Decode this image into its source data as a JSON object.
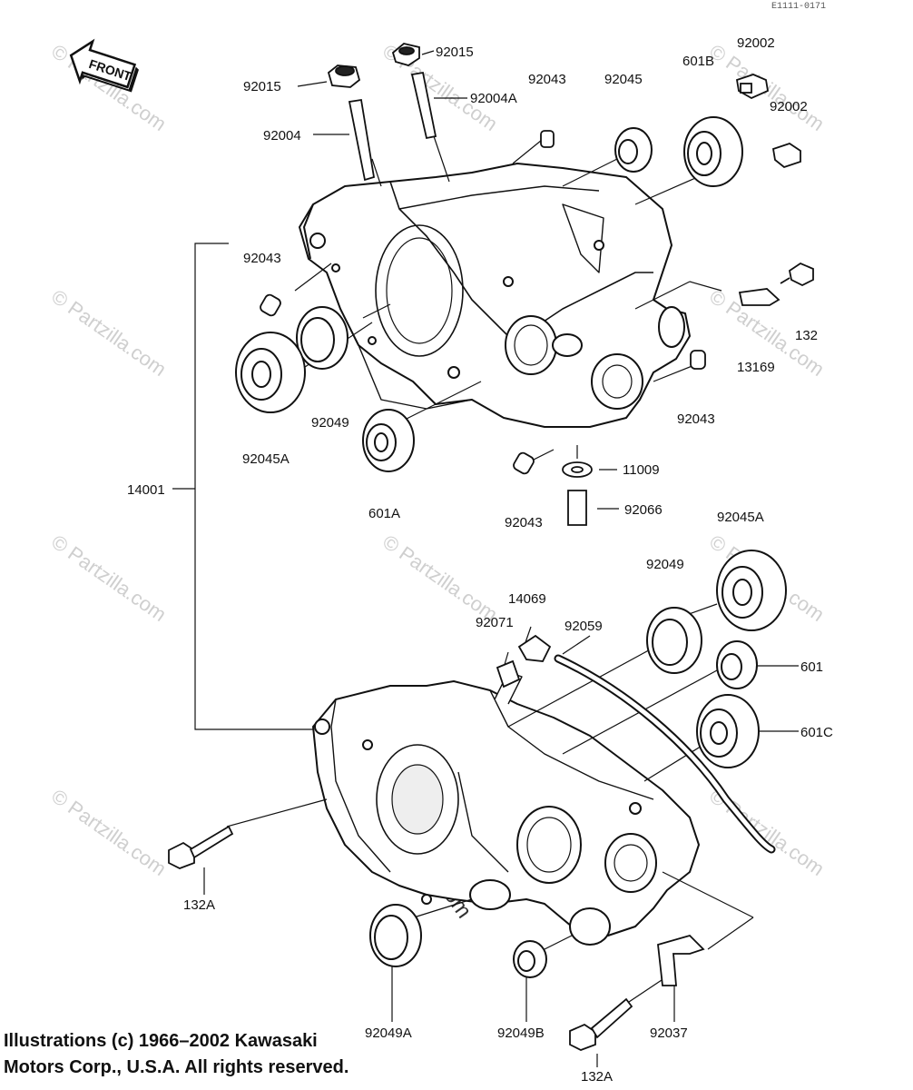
{
  "ref_code": "E1111-0171",
  "front_label": "FRONT",
  "watermark_text": "© Partzilla.com",
  "copyright": {
    "line1": "Illustrations (c) 1966–2002 Kawasaki",
    "line2": "Motors Corp., U.S.A.  All rights reserved."
  },
  "parts": [
    {
      "id": "p1",
      "number": "92015"
    },
    {
      "id": "p2",
      "number": "92015"
    },
    {
      "id": "p3",
      "number": "92004"
    },
    {
      "id": "p4",
      "number": "92004A"
    },
    {
      "id": "p5",
      "number": "92043"
    },
    {
      "id": "p6",
      "number": "92045"
    },
    {
      "id": "p7",
      "number": "601B"
    },
    {
      "id": "p8",
      "number": "92002"
    },
    {
      "id": "p9",
      "number": "92002"
    },
    {
      "id": "p10",
      "number": "92043"
    },
    {
      "id": "p11",
      "number": "132"
    },
    {
      "id": "p12",
      "number": "13169"
    },
    {
      "id": "p13",
      "number": "92049"
    },
    {
      "id": "p14",
      "number": "92045A"
    },
    {
      "id": "p15",
      "number": "14001"
    },
    {
      "id": "p16",
      "number": "92043"
    },
    {
      "id": "p17",
      "number": "601A"
    },
    {
      "id": "p18",
      "number": "11009"
    },
    {
      "id": "p19",
      "number": "92043"
    },
    {
      "id": "p20",
      "number": "92066"
    },
    {
      "id": "p21",
      "number": "92045A"
    },
    {
      "id": "p22",
      "number": "92049"
    },
    {
      "id": "p23",
      "number": "14069"
    },
    {
      "id": "p24",
      "number": "92071"
    },
    {
      "id": "p25",
      "number": "92059"
    },
    {
      "id": "p26",
      "number": "601"
    },
    {
      "id": "p27",
      "number": "601C"
    },
    {
      "id": "p28",
      "number": "132A"
    },
    {
      "id": "p29",
      "number": "92049A"
    },
    {
      "id": "p30",
      "number": "92049B"
    },
    {
      "id": "p31",
      "number": "92037"
    },
    {
      "id": "p32",
      "number": "132A"
    }
  ]
}
